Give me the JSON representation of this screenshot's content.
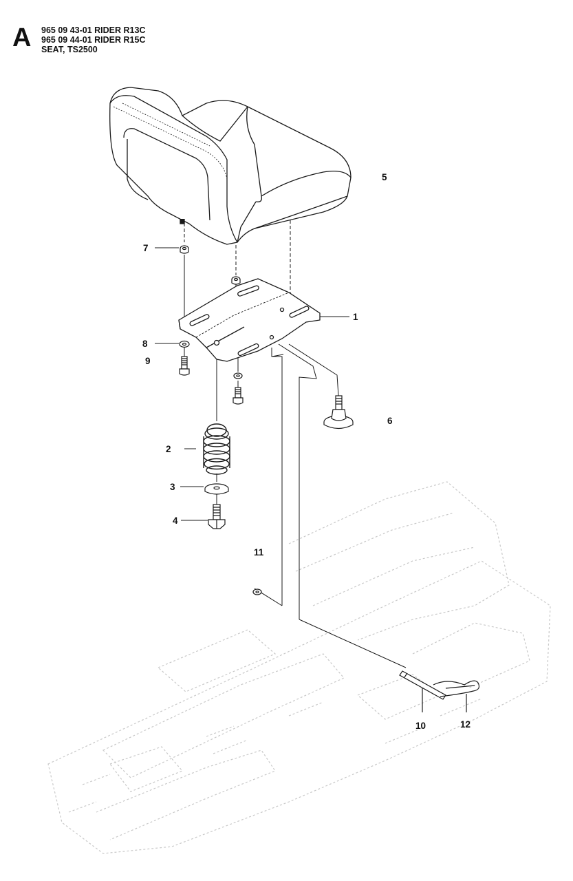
{
  "header": {
    "section_letter": "A",
    "lines": [
      "965 09 43-01 RIDER R13C",
      "965 09 44-01 RIDER R15C",
      "SEAT, TS2500"
    ]
  },
  "callouts": [
    {
      "id": "1",
      "label": "1"
    },
    {
      "id": "2",
      "label": "2"
    },
    {
      "id": "3",
      "label": "3"
    },
    {
      "id": "4",
      "label": "4"
    },
    {
      "id": "5",
      "label": "5"
    },
    {
      "id": "6",
      "label": "6"
    },
    {
      "id": "7",
      "label": "7"
    },
    {
      "id": "8",
      "label": "8"
    },
    {
      "id": "9",
      "label": "9"
    },
    {
      "id": "10",
      "label": "10"
    },
    {
      "id": "11",
      "label": "11"
    },
    {
      "id": "12",
      "label": "12"
    }
  ],
  "colors": {
    "line": "#1a1a1a",
    "ghost": "#c8c8c8"
  }
}
